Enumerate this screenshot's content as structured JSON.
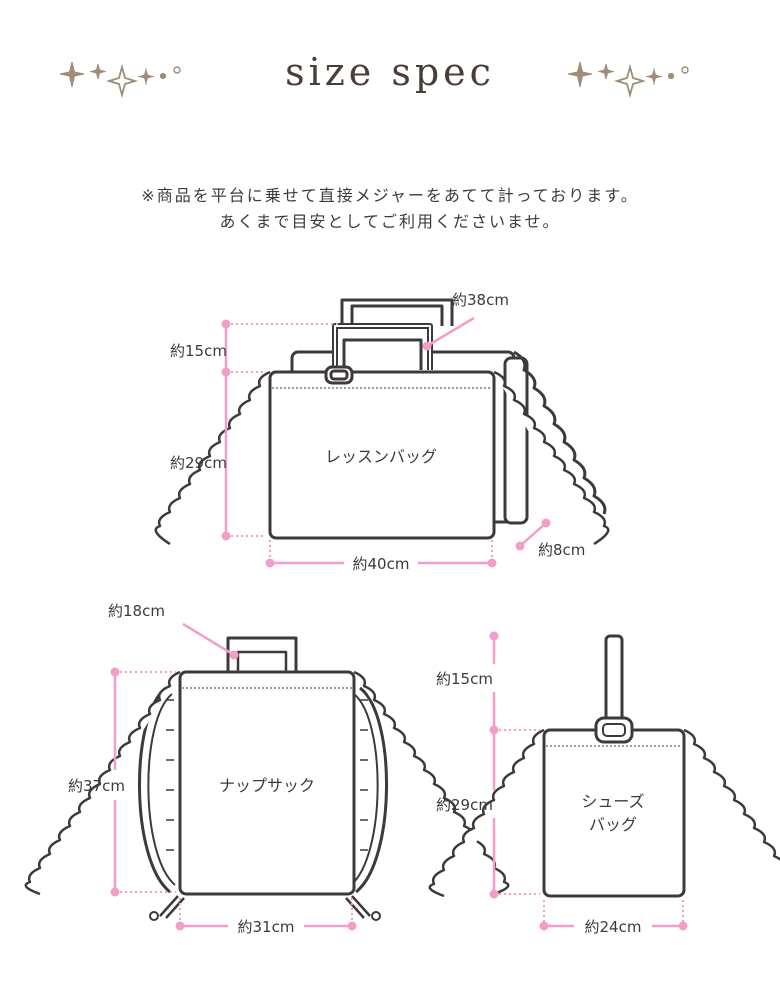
{
  "title": "size spec",
  "note": {
    "line1": "※商品を平台に乗せて直接メジャーをあてて計っております。",
    "line2": "あくまで目安としてご利用くださいませ。"
  },
  "colors": {
    "outline": "#3e3a39",
    "dimension": "#f29ec8",
    "sparkle": "#a08c78",
    "title": "#4a3c36"
  },
  "bags": {
    "lesson": {
      "name": "レッスンバッグ",
      "handle_length": "約38cm",
      "handle_height": "約15cm",
      "height": "約29cm",
      "width": "約40cm",
      "gusset": "約8cm"
    },
    "knapsack": {
      "name": "ナップサック",
      "handle_width": "約18cm",
      "height": "約37cm",
      "width": "約31cm"
    },
    "shoes": {
      "name_line1": "シューズ",
      "name_line2": "バッグ",
      "handle_height": "約15cm",
      "height": "約29cm",
      "width": "約24cm"
    }
  }
}
